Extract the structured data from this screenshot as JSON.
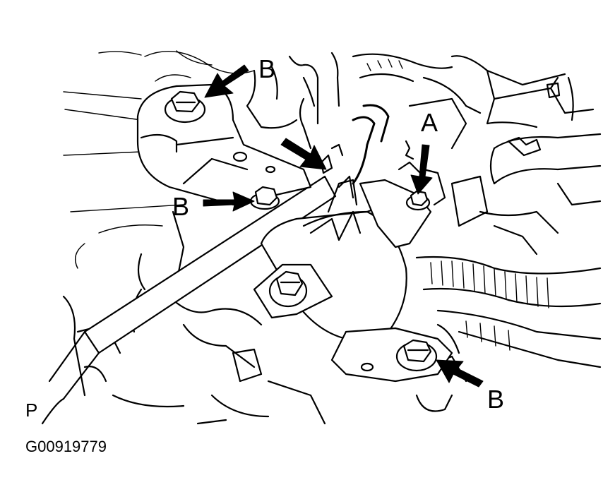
{
  "callouts": {
    "bolt_a": "A",
    "bolt_b_top": "B",
    "bolt_b_mid": "B",
    "bolt_b_bottom": "B"
  },
  "view_code": "P",
  "figure_id": "G00919779"
}
